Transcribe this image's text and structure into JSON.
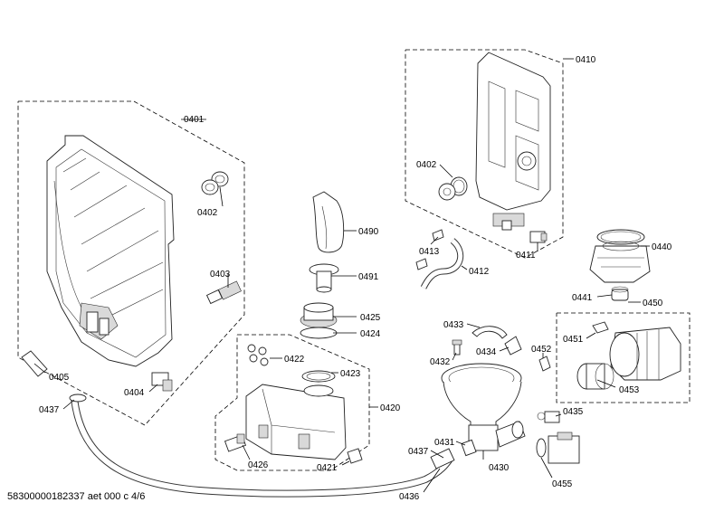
{
  "footer": {
    "doc_id": "58300000182337 aet 000 c 4/6"
  },
  "callouts": [
    {
      "id": "c0401",
      "label": "0401"
    },
    {
      "id": "c0402a",
      "label": "0402"
    },
    {
      "id": "c0403",
      "label": "0403"
    },
    {
      "id": "c0404",
      "label": "0404"
    },
    {
      "id": "c0405",
      "label": "0405"
    },
    {
      "id": "c0437a",
      "label": "0437"
    },
    {
      "id": "c0490",
      "label": "0490"
    },
    {
      "id": "c0491",
      "label": "0491"
    },
    {
      "id": "c0425",
      "label": "0425"
    },
    {
      "id": "c0424",
      "label": "0424"
    },
    {
      "id": "c0422",
      "label": "0422"
    },
    {
      "id": "c0423",
      "label": "0423"
    },
    {
      "id": "c0420",
      "label": "0420"
    },
    {
      "id": "c0426",
      "label": "0426"
    },
    {
      "id": "c0421",
      "label": "0421"
    },
    {
      "id": "c0410",
      "label": "0410"
    },
    {
      "id": "c0402b",
      "label": "0402"
    },
    {
      "id": "c0413",
      "label": "0413"
    },
    {
      "id": "c0412",
      "label": "0412"
    },
    {
      "id": "c0411",
      "label": "0411"
    },
    {
      "id": "c0440",
      "label": "0440"
    },
    {
      "id": "c0441",
      "label": "0441"
    },
    {
      "id": "c0450",
      "label": "0450"
    },
    {
      "id": "c0433",
      "label": "0433"
    },
    {
      "id": "c0434",
      "label": "0434"
    },
    {
      "id": "c0432",
      "label": "0432"
    },
    {
      "id": "c0452",
      "label": "0452"
    },
    {
      "id": "c0451",
      "label": "0451"
    },
    {
      "id": "c0453",
      "label": "0453"
    },
    {
      "id": "c0435",
      "label": "0435"
    },
    {
      "id": "c0437b",
      "label": "0437"
    },
    {
      "id": "c0431",
      "label": "0431"
    },
    {
      "id": "c0430",
      "label": "0430"
    },
    {
      "id": "c0436",
      "label": "0436"
    },
    {
      "id": "c0455",
      "label": "0455"
    }
  ]
}
